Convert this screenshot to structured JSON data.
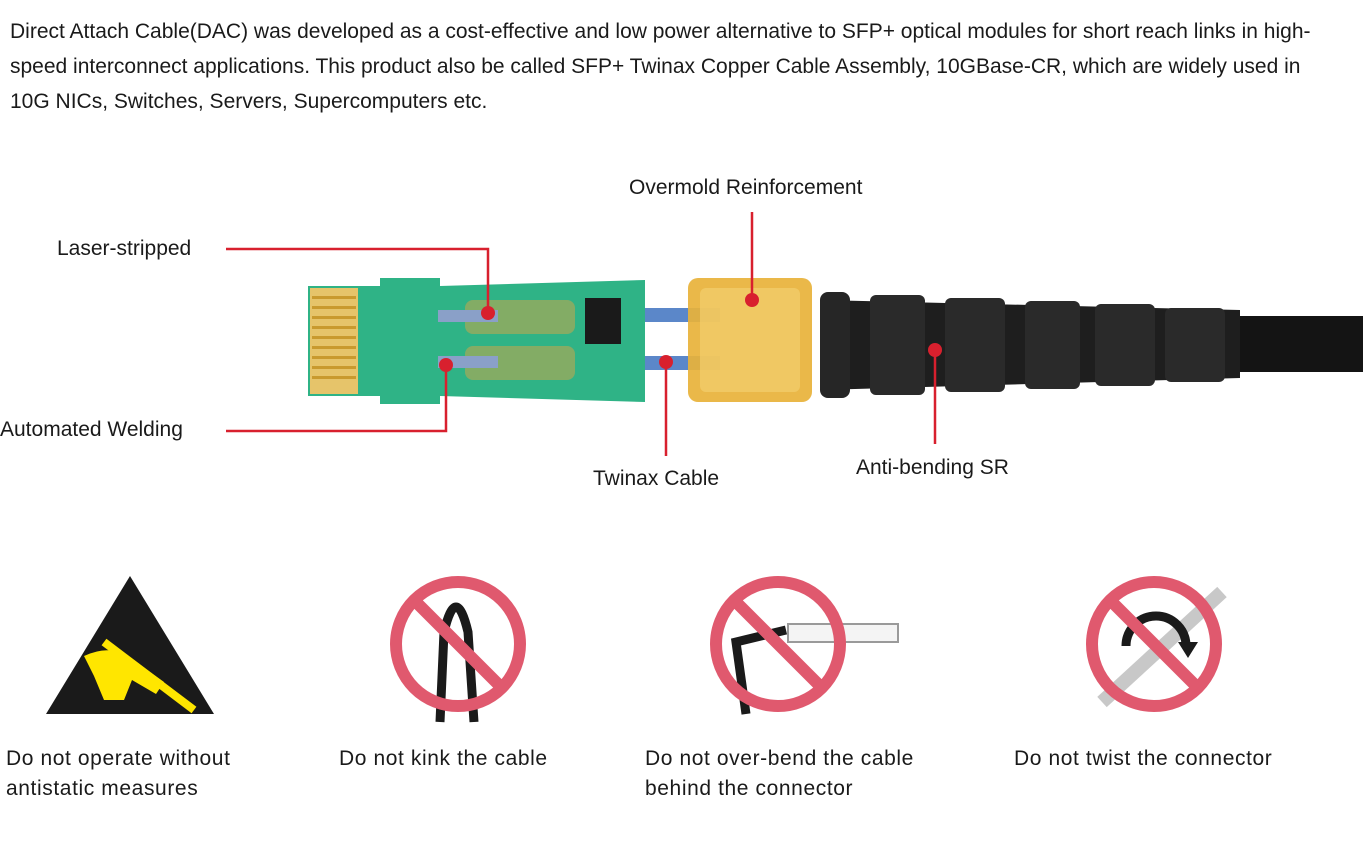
{
  "intro": "Direct Attach Cable(DAC) was developed as a cost-effective and low power alternative to SFP+ optical modules for short reach links in high-speed interconnect applications. This product also be called SFP+ Twinax Copper Cable Assembly, 10GBase-CR, which are widely used in 10G NICs, Switches, Servers, Supercomputers etc.",
  "callouts": {
    "laser": "Laser-stripped",
    "welding": "Automated Welding",
    "overmold": "Overmold Reinforcement",
    "twinax": "Twinax Cable",
    "antibend": "Anti-bending SR"
  },
  "warnings": [
    {
      "icon": "esd-warning-icon",
      "text": "Do not operate without antistatic measures"
    },
    {
      "icon": "no-kink-icon",
      "text": "Do not kink the cable"
    },
    {
      "icon": "no-overbend-icon",
      "text": "Do not over-bend the cable behind the connector"
    },
    {
      "icon": "no-twist-icon",
      "text": "Do not twist the connector"
    }
  ],
  "colors": {
    "callout_line": "#d8202e",
    "prohibit": "#e0596e",
    "pcb": "#2fb386",
    "overmold": "#e8b23a",
    "esd_yellow": "#ffe600"
  }
}
